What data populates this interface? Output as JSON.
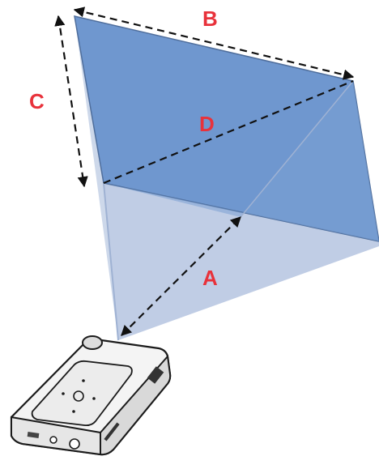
{
  "labels": {
    "a": "A",
    "b": "B",
    "c": "C",
    "d": "D"
  },
  "colors": {
    "label": "#e8323b",
    "screen_fill": "#6f97cf",
    "screen_edge": "#4f6e9c",
    "beam_fill": "#b9c8e2",
    "dash": "#111111",
    "projector_outline": "#1b1b1b"
  }
}
